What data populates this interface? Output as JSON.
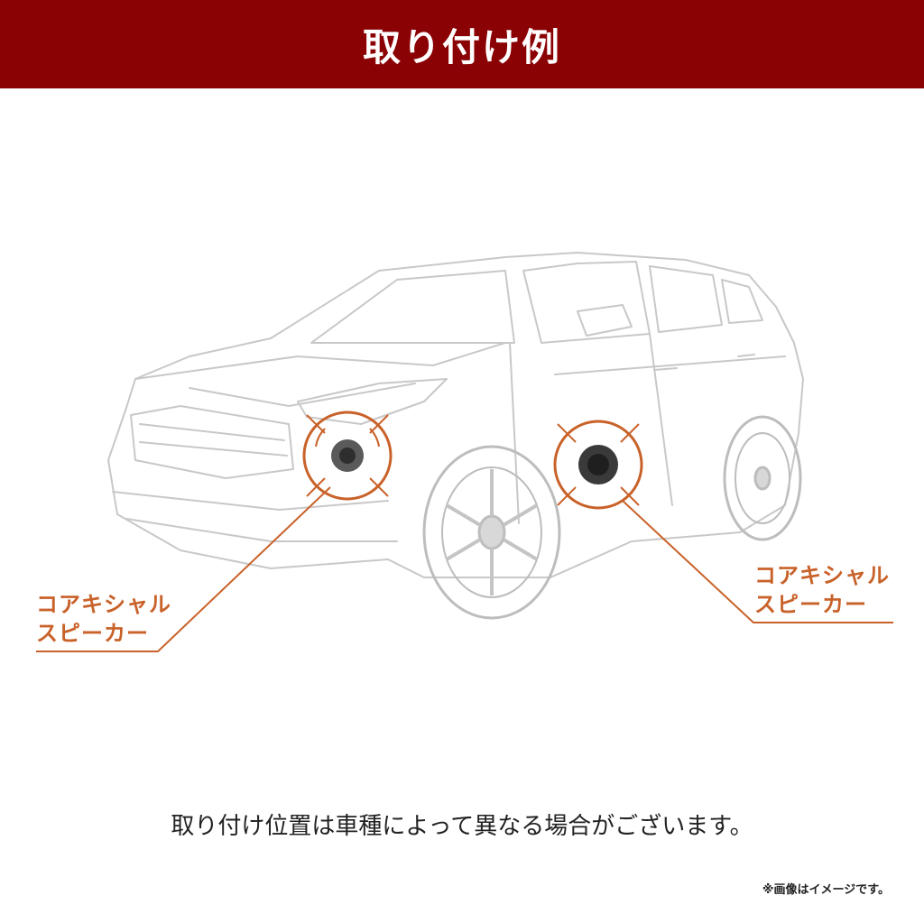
{
  "header": {
    "title": "取り付け例"
  },
  "callouts": [
    {
      "line1": "コアキシャル",
      "line2": "スピーカー"
    },
    {
      "line1": "コアキシャル",
      "line2": "スピーカー"
    }
  ],
  "note": "取り付け位置は車種によって異なる場合がございます。",
  "footnote": "※画像はイメージです。",
  "colors": {
    "banner": "#8b0205",
    "accent": "#c9622a"
  }
}
